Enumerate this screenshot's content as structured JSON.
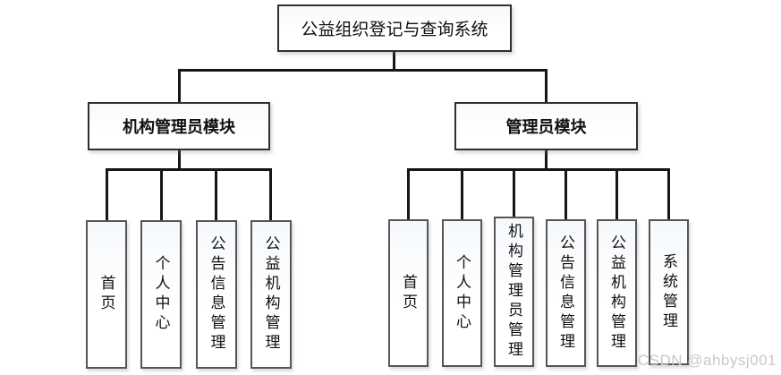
{
  "diagram": {
    "root": {
      "label": "公益组织登记与查询系统"
    },
    "modules": [
      {
        "label": "机构管理员模块",
        "children": [
          "首页",
          "个人中心",
          "公告信息管理",
          "公益机构管理"
        ]
      },
      {
        "label": "管理员模块",
        "children": [
          "首页",
          "个人中心",
          "机构管理员管理",
          "公告信息管理",
          "公益机构管理",
          "系统管理"
        ]
      }
    ]
  },
  "watermark": {
    "text": "CSDN @ahbysj001"
  },
  "colors": {
    "line": "#161616",
    "node_border": "#2f2f2f",
    "leaf_border": "#565656",
    "node_fill_top": "#f6f9fc",
    "node_fill_bottom": "#ffffff",
    "text": "#101010",
    "watermark": "#c9c9c9",
    "background": "#ffffff"
  }
}
